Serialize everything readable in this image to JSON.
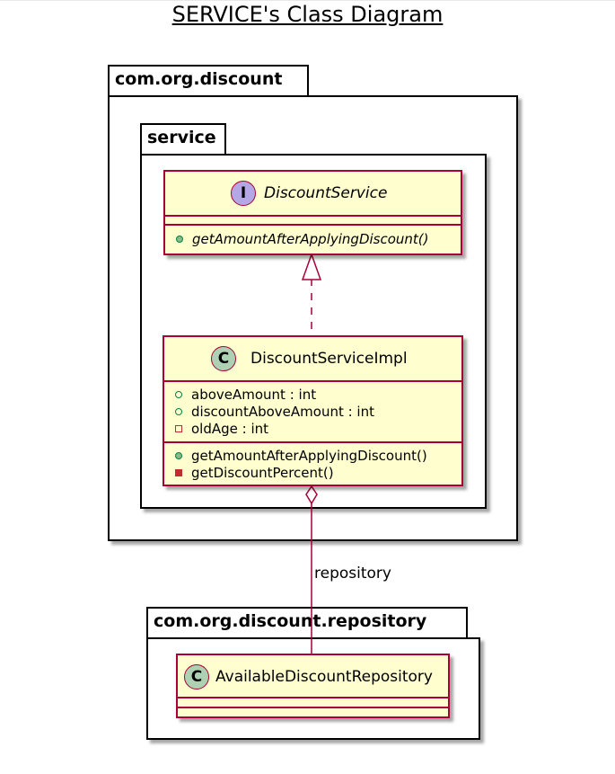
{
  "diagram": {
    "title": "SERVICE's Class Diagram",
    "packages": {
      "outer": "com.org.discount",
      "inner": "service",
      "repository": "com.org.discount.repository"
    },
    "classes": {
      "discount_service": {
        "stereotype_letter": "I",
        "name": "DiscountService",
        "methods": [
          "getAmountAfterApplyingDiscount()"
        ]
      },
      "discount_service_impl": {
        "stereotype_letter": "C",
        "name": "DiscountServiceImpl",
        "fields": [
          "aboveAmount : int",
          "discountAboveAmount : int",
          "oldAge : int"
        ],
        "methods": [
          "getAmountAfterApplyingDiscount()",
          "getDiscountPercent()"
        ]
      },
      "available_discount_repository": {
        "stereotype_letter": "C",
        "name": "AvailableDiscountRepository"
      }
    },
    "relations": {
      "aggregation_label": "repository"
    },
    "colors": {
      "class_border": "#a80036",
      "class_fill": "#fefece",
      "interface_badge": "#b4a7e5",
      "class_badge": "#add1b2",
      "public_marker": "#84be84",
      "private_marker": "#c82930"
    },
    "icons": [
      "interface-badge-icon",
      "class-badge-icon",
      "public-visibility-icon",
      "private-visibility-icon"
    ]
  }
}
